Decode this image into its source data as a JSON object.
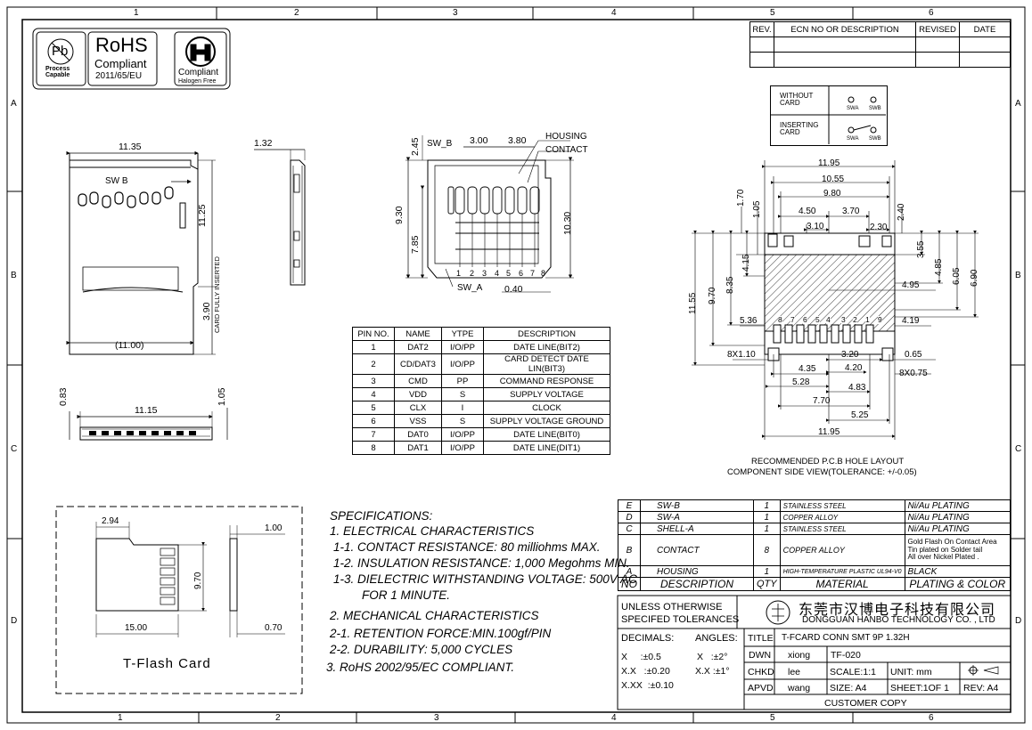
{
  "frame": {
    "zones_top": [
      "1",
      "2",
      "3",
      "4",
      "5",
      "6"
    ],
    "zones_bottom": [
      "1",
      "2",
      "3",
      "4",
      "5",
      "6"
    ],
    "zones_side": [
      "A",
      "B",
      "C",
      "D"
    ]
  },
  "logos": {
    "pb_text": "Pb",
    "process_capable": "Process\nCapable",
    "rohs_title": "RoHS",
    "rohs_compliant": "Compliant",
    "rohs_directive": "2011/65/EU",
    "halogen_compliant": "Compliant",
    "halogen_free": "Halogen Free"
  },
  "revision_table": {
    "headers": [
      "REV.",
      "ECN NO OR DESCRIPTION",
      "REVISED",
      "DATE"
    ]
  },
  "switch_legend": {
    "without_card": "WITHOUT\nCARD",
    "inserting_card": "INSERTING\nCARD",
    "swa": "SWA",
    "swb": "SWB"
  },
  "top_view": {
    "width_dim": "11.35",
    "sw_b": "SW B",
    "height_dim": "11.25",
    "card_fully_inserted": "CARD FULLY INSERTED",
    "insert_dim": "3.90",
    "card_width_dim": "(11.00)"
  },
  "side_view": {
    "thickness_dim": "1.32"
  },
  "detail_view": {
    "dim_245": "2.45",
    "sw_b": "SW_B",
    "dim_300": "3.00",
    "dim_380": "3.80",
    "housing": "HOUSING",
    "contact": "CONTACT",
    "dim_930": "9.30",
    "dim_785": "7.85",
    "dim_1030": "10.30",
    "pin_numbers": [
      "1",
      "2",
      "3",
      "4",
      "5",
      "6",
      "7",
      "8"
    ],
    "sw_a": "SW_A",
    "dim_040": "0.40"
  },
  "front_view": {
    "height_dim": "0.83",
    "width_dim": "11.15",
    "total_height_dim": "1.05"
  },
  "pin_table": {
    "headers": [
      "PIN NO.",
      "NAME",
      "YTPE",
      "DESCRIPTION"
    ],
    "rows": [
      [
        "1",
        "DAT2",
        "I/O/PP",
        "DATE LINE(BIT2)"
      ],
      [
        "2",
        "CD/DAT3",
        "I/O/PP",
        "CARD DETECT DATE LIN(BIT3)"
      ],
      [
        "3",
        "CMD",
        "PP",
        "COMMAND RESPONSE"
      ],
      [
        "4",
        "VDD",
        "S",
        "SUPPLY VOLTAGE"
      ],
      [
        "5",
        "CLX",
        "I",
        "CLOCK"
      ],
      [
        "6",
        "VSS",
        "S",
        "SUPPLY VOLTAGE GROUND"
      ],
      [
        "7",
        "DAT0",
        "I/O/PP",
        "DATE LINE(BIT0)"
      ],
      [
        "8",
        "DAT1",
        "I/O/PP",
        "DATE LINE(DIT1)"
      ]
    ]
  },
  "pcb_layout": {
    "dims": {
      "d1195_top": "11.95",
      "d1055": "10.55",
      "d980": "9.80",
      "d170": "1.70",
      "d105": "1.05",
      "d450": "4.50",
      "d370": "3.70",
      "d240": "2.40",
      "d310": "3.10",
      "d230": "2.30",
      "d355": "3.55",
      "d485": "4.85",
      "d605": "6.05",
      "d690": "6.90",
      "d415": "4.15",
      "d835": "8.35",
      "d970": "9.70",
      "d1155": "11.55",
      "d495": "4.95",
      "d536": "5.36",
      "d419": "4.19",
      "d8x110": "8X1.10",
      "d320": "3.20",
      "d065": "0.65",
      "d420": "4.20",
      "d435": "4.35",
      "d8x075": "8X0.75",
      "d528": "5.28",
      "d483": "4.83",
      "d770": "7.70",
      "d525": "5.25",
      "d1195_bottom": "11.95"
    },
    "pad_numbers": [
      "8",
      "7",
      "6",
      "5",
      "4",
      "3",
      "2",
      "1",
      "9"
    ],
    "caption_line1": "RECOMMENDED P.C.B HOLE LAYOUT",
    "caption_line2": "COMPONENT SIDE VIEW(TOLERANCE: +/-0.05)"
  },
  "card_view": {
    "dim_294": "2.94",
    "dim_100": "1.00",
    "dim_970": "9.70",
    "dim_1500": "15.00",
    "dim_070": "0.70",
    "label": "T-Flash Card"
  },
  "specifications": {
    "lines": [
      "SPECIFICATIONS:",
      "1. ELECTRICAL CHARACTERISTICS",
      "1-1. CONTACT RESISTANCE: 80 milliohms   MAX.",
      "1-2. INSULATION RESISTANCE: 1,000 Megohms MIN.",
      "1-3. DIELECTRIC WITHSTANDING VOLTAGE: 500V AC",
      "FOR 1 MINUTE.",
      "2. MECHANICAL CHARACTERISTICS",
      "2-1. RETENTION FORCE:MIN.100gf/PIN",
      "2-2. DURABILITY: 5,000 CYCLES",
      "3. RoHS 2002/95/EC COMPLIANT."
    ]
  },
  "bom": {
    "rows": [
      [
        "E",
        "SW-B",
        "1",
        "STAINLESS STEEL",
        "Ni/Au PLATING"
      ],
      [
        "D",
        "SW-A",
        "1",
        "COPPER ALLOY",
        "Ni/Au PLATING"
      ],
      [
        "C",
        "SHELL-A",
        "1",
        "STAINLESS STEEL",
        "Ni/Au PLATING"
      ],
      [
        "B",
        "CONTACT",
        "8",
        "COPPER ALLOY",
        "Gold Flash On Contact Area\nTin plated on Solder tail\nAll over Nickel Plated ."
      ],
      [
        "A",
        "HOUSING",
        "1",
        "HIGH-TEMPERATURE PLASTIC UL94-V0",
        "BLACK"
      ]
    ],
    "header": [
      "NO",
      "DESCRIPTION",
      "QTY",
      "MATERIAL",
      "PLATING & COLOR"
    ]
  },
  "title_block": {
    "unless_otherwise": "UNLESS OTHERWISE",
    "specified_tolerances": "SPECIFED TOLERANCES",
    "company_cn": "东莞市汉博电子科技有限公司",
    "company_en": "DONGGUAN HANBO TECHNOLOGY CO. , LTD",
    "decimals": "DECIMALS:",
    "angles": "ANGLES:",
    "tol_x": "X     :±0.5",
    "tol_xx": "X.X   :±0.20",
    "tol_xxx": "X.XX  :±0.10",
    "ang_x": "X   :±2°",
    "ang_xx": "X.X :±1°",
    "title_label": "TITLE",
    "title_value": "T-FCARD CONN SMT 9P 1.32H",
    "dwn": "DWN",
    "dwn_name": "xiong",
    "part_no": "TF-020",
    "chkd": "CHKD",
    "chkd_name": "lee",
    "scale": "SCALE:1:1",
    "unit": "UNIT:  mm",
    "apvd": "APVD",
    "apvd_name": "wang",
    "size": "SIZE: A4",
    "sheet": "SHEET:1OF 1",
    "rev": "REV: A4",
    "customer_copy": "CUSTOMER COPY"
  }
}
